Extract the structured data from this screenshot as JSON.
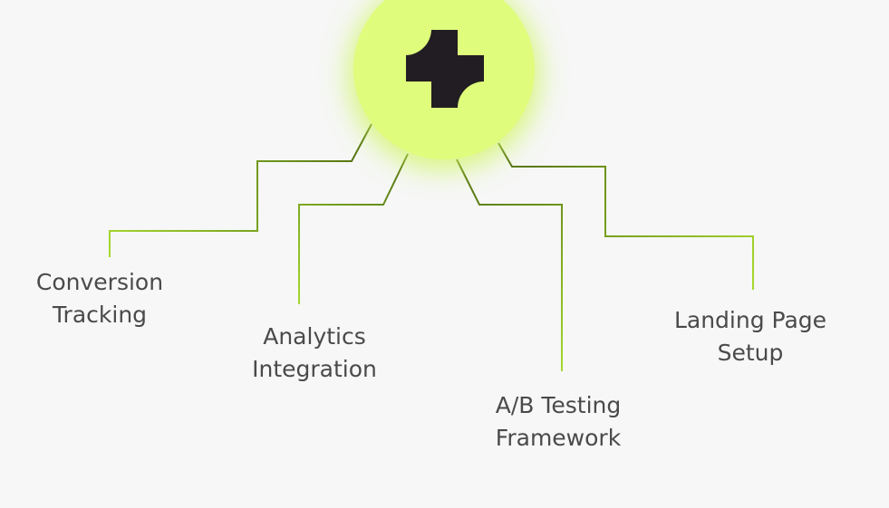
{
  "diagram": {
    "hub": {
      "icon": "brand-cross-logo-icon",
      "fill_color": "#dffc7c",
      "icon_color": "#221d22"
    },
    "connector_colors": {
      "dark": "#4e6b10",
      "light": "#9fd12a"
    },
    "branches": [
      {
        "id": "conversion-tracking",
        "lines": [
          "Conversion",
          "Tracking"
        ]
      },
      {
        "id": "analytics-integration",
        "lines": [
          "Analytics",
          "Integration"
        ]
      },
      {
        "id": "ab-testing-framework",
        "lines": [
          "A/B Testing",
          "Framework"
        ]
      },
      {
        "id": "landing-page-setup",
        "lines": [
          "Landing Page",
          "Setup"
        ]
      }
    ]
  }
}
